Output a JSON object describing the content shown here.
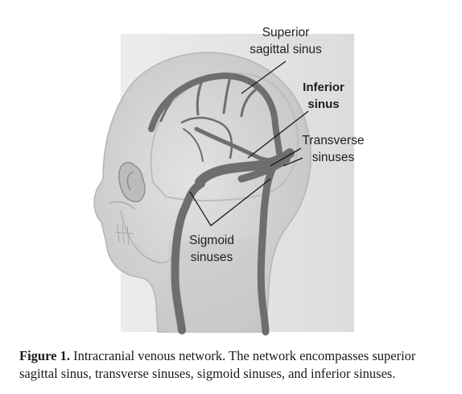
{
  "labels": {
    "superior": [
      "Superior",
      "sagittal sinus"
    ],
    "inferior": [
      "Inferior",
      "sinus"
    ],
    "transverse": [
      "Transverse",
      "sinuses"
    ],
    "sigmoid": [
      "Sigmoid",
      "sinuses"
    ]
  },
  "caption": {
    "label": "Figure 1.",
    "text": " Intracranial venous network. The network encompasses superior sagittal sinus, transverse sinuses, sigmoid sinuses, and inferior sinuses."
  },
  "colors": {
    "vein": "#6e6e6e",
    "skin": "#d2d2d2",
    "background_panel": "#e4e4e4",
    "leader_line": "#1a1a1a"
  }
}
